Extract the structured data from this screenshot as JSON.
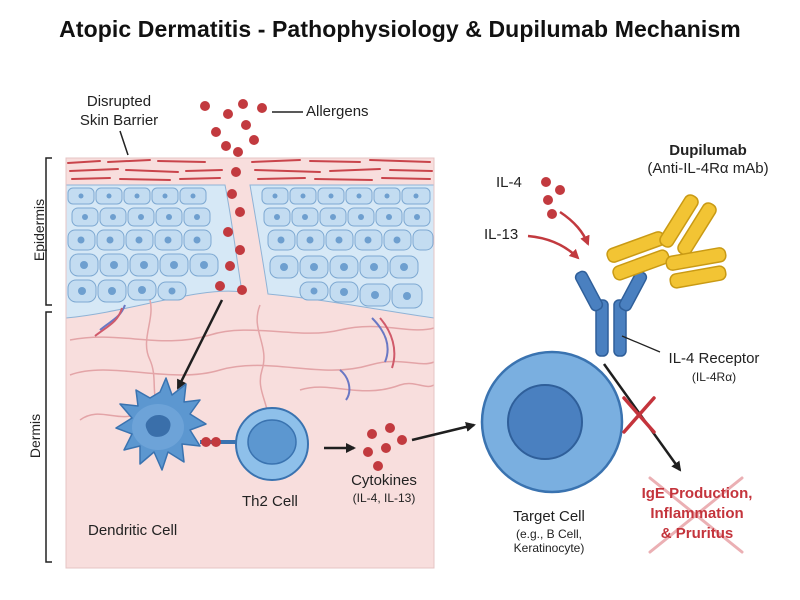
{
  "title": "Atopic Dermatitis - Pathophysiology & Dupilumab Mechanism",
  "labels": {
    "disrupted_barrier_line1": "Disrupted",
    "disrupted_barrier_line2": "Skin Barrier",
    "allergens": "Allergens",
    "epidermis": "Epidermis",
    "dermis": "Dermis",
    "dendritic_cell": "Dendritic Cell",
    "th2_cell": "Th2 Cell",
    "cytokines": "Cytokines",
    "cytokines_sub": "(IL-4, IL-13)",
    "il4": "IL-4",
    "il13": "IL-13",
    "dupilumab": "Dupilumab",
    "dupilumab_sub": "(Anti-IL-4Rα mAb)",
    "receptor": "IL-4 Receptor",
    "receptor_sub": "(IL-4Rα)",
    "target_cell": "Target Cell",
    "target_cell_sub1": "(e.g., B Cell,",
    "target_cell_sub2": "Keratinocyte)",
    "outcome_line1": "IgE Production,",
    "outcome_line2": "Inflammation",
    "outcome_line3": "& Pruritus"
  },
  "colors": {
    "skin_panel": "#f8dedd",
    "keratinocyte": "#c9e0f2",
    "cell_blue": "#5c97d0",
    "allergen_red": "#c23a3f",
    "antibody_yellow": "#f2c434",
    "receptor_blue": "#3c6fa8",
    "block_red": "#c4343c"
  }
}
